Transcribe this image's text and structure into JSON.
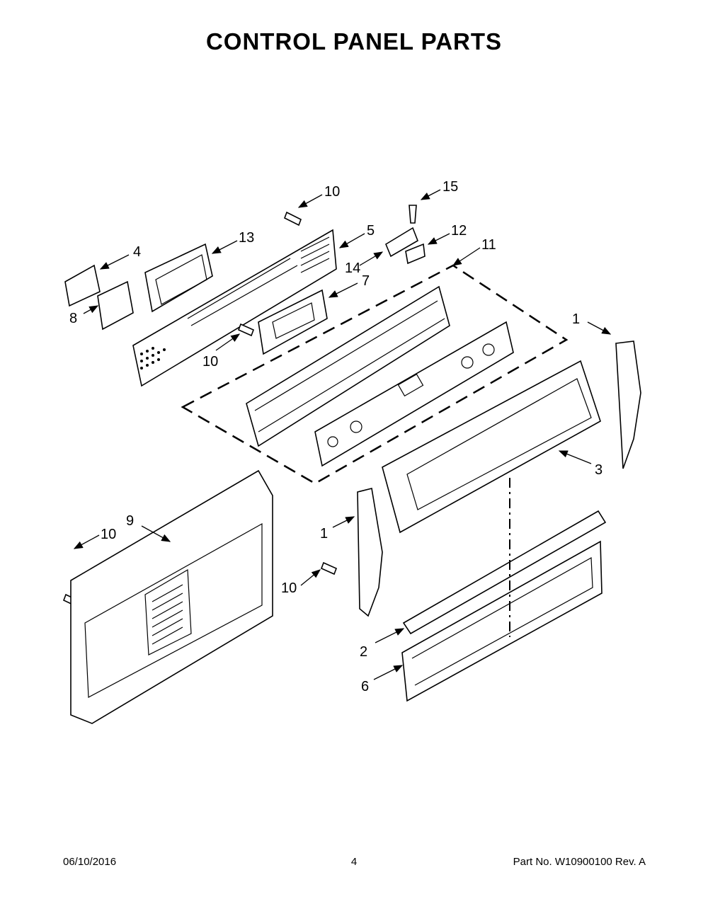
{
  "title": "CONTROL PANEL PARTS",
  "callouts": {
    "c1a": "1",
    "c1b": "1",
    "c2": "2",
    "c3": "3",
    "c4": "4",
    "c5": "5",
    "c6": "6",
    "c7": "7",
    "c8": "8",
    "c9": "9",
    "c10a": "10",
    "c10b": "10",
    "c10c": "10",
    "c10d": "10",
    "c11": "11",
    "c12": "12",
    "c13": "13",
    "c14": "14",
    "c15": "15"
  },
  "footer": {
    "date": "06/10/2016",
    "page": "4",
    "part_number": "Part No.  W10900100  Rev.  A"
  }
}
